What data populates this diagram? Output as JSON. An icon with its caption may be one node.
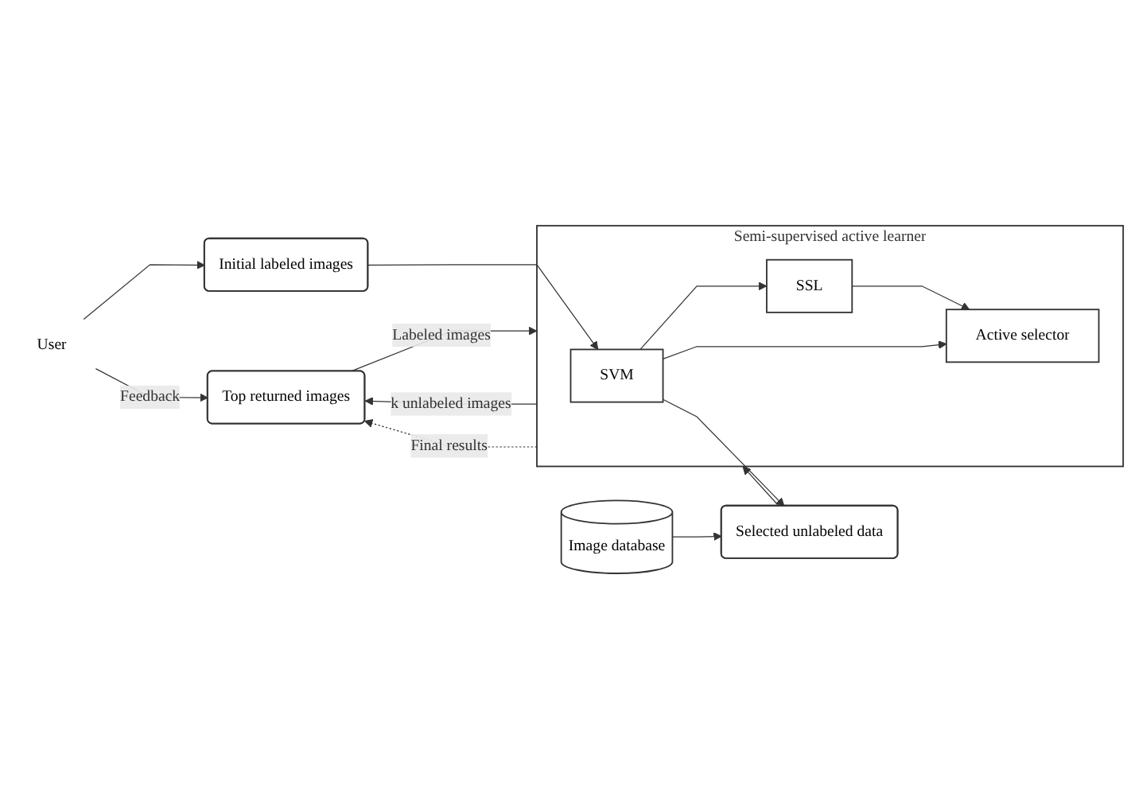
{
  "diagram": {
    "nodes": [
      {
        "text": [
          "Top returned images"
        ]
      },
      {
        "text": [
          "Initial labeled images"
        ]
      },
      {
        "text": [
          "Semi-supervised active learner"
        ]
      },
      {
        "text": [
          "SVM"
        ],
        "in": 2
      },
      {
        "text": [
          "SSL"
        ],
        "in": 2
      },
      {
        "text": [
          "Active selector"
        ],
        "in": 2
      },
      {
        "text": [
          "Image database"
        ]
      },
      {
        "text": [
          "Selected unlabeled data"
        ]
      },
      {
        "text": [
          "User"
        ]
      }
    ],
    "edges": [
      {
        "from": 8,
        "to": 0,
        "arrow": "to",
        "label": "Feedback"
      },
      {
        "from": 8,
        "to": 1,
        "arrow": "to"
      },
      {
        "from": 1,
        "to": 3,
        "arrow": "to"
      },
      {
        "from": 3,
        "to": 4,
        "arrow": "to"
      },
      {
        "from": 4,
        "to": 5,
        "arrow": "to"
      },
      {
        "from": 3,
        "to": 5,
        "arrow": "to"
      },
      {
        "from": 3,
        "to": 7,
        "arrow": "to"
      },
      {
        "from": 6,
        "to": 7,
        "arrow": "to"
      },
      {
        "from": 7,
        "to": 2,
        "arrow": "to"
      },
      {
        "from": 0,
        "to": 2,
        "arrow": "to",
        "label": "Labeled images"
      },
      {
        "from": 2,
        "to": 0,
        "arrow": "to",
        "label": "k unlabeled images"
      },
      {
        "from": 2,
        "to": 0,
        "arrow": "to",
        "label": "Final results",
        "style": "dashed"
      }
    ]
  }
}
